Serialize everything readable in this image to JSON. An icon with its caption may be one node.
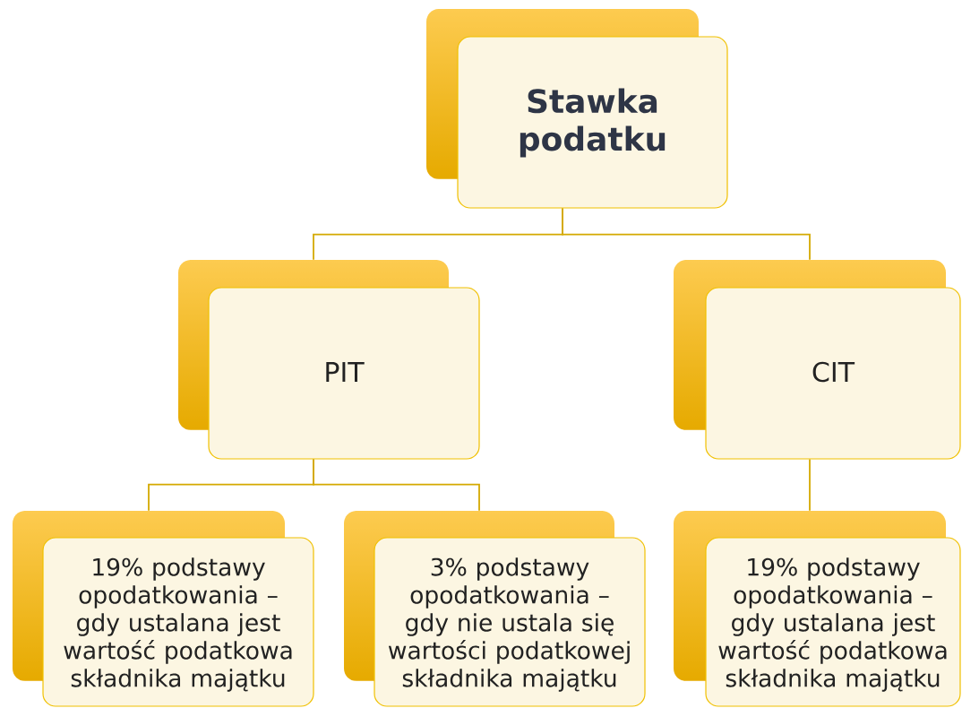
{
  "diagram": {
    "nodes": [
      {
        "text": [
          "Stawka podatku"
        ]
      },
      {
        "text": [
          "PIT"
        ]
      },
      {
        "text": [
          "CIT"
        ]
      },
      {
        "text": [
          "19% podstawy opodatkowania – gdy ustalana jest wartość podatkowa składnika majątku"
        ]
      },
      {
        "text": [
          "3% podstawy opodatkowania – gdy nie ustala się wartości podatkowej składnika majątku"
        ]
      },
      {
        "text": [
          "19% podstawy opodatkowania – gdy ustalana jest wartość podatkowa składnika majątku"
        ]
      }
    ],
    "edges": [
      {
        "from": 0,
        "to": 1,
        "arrow": "none"
      },
      {
        "from": 0,
        "to": 2,
        "arrow": "none"
      },
      {
        "from": 1,
        "to": 3,
        "arrow": "none"
      },
      {
        "from": 1,
        "to": 4,
        "arrow": "none"
      },
      {
        "from": 2,
        "to": 5,
        "arrow": "none"
      }
    ]
  }
}
